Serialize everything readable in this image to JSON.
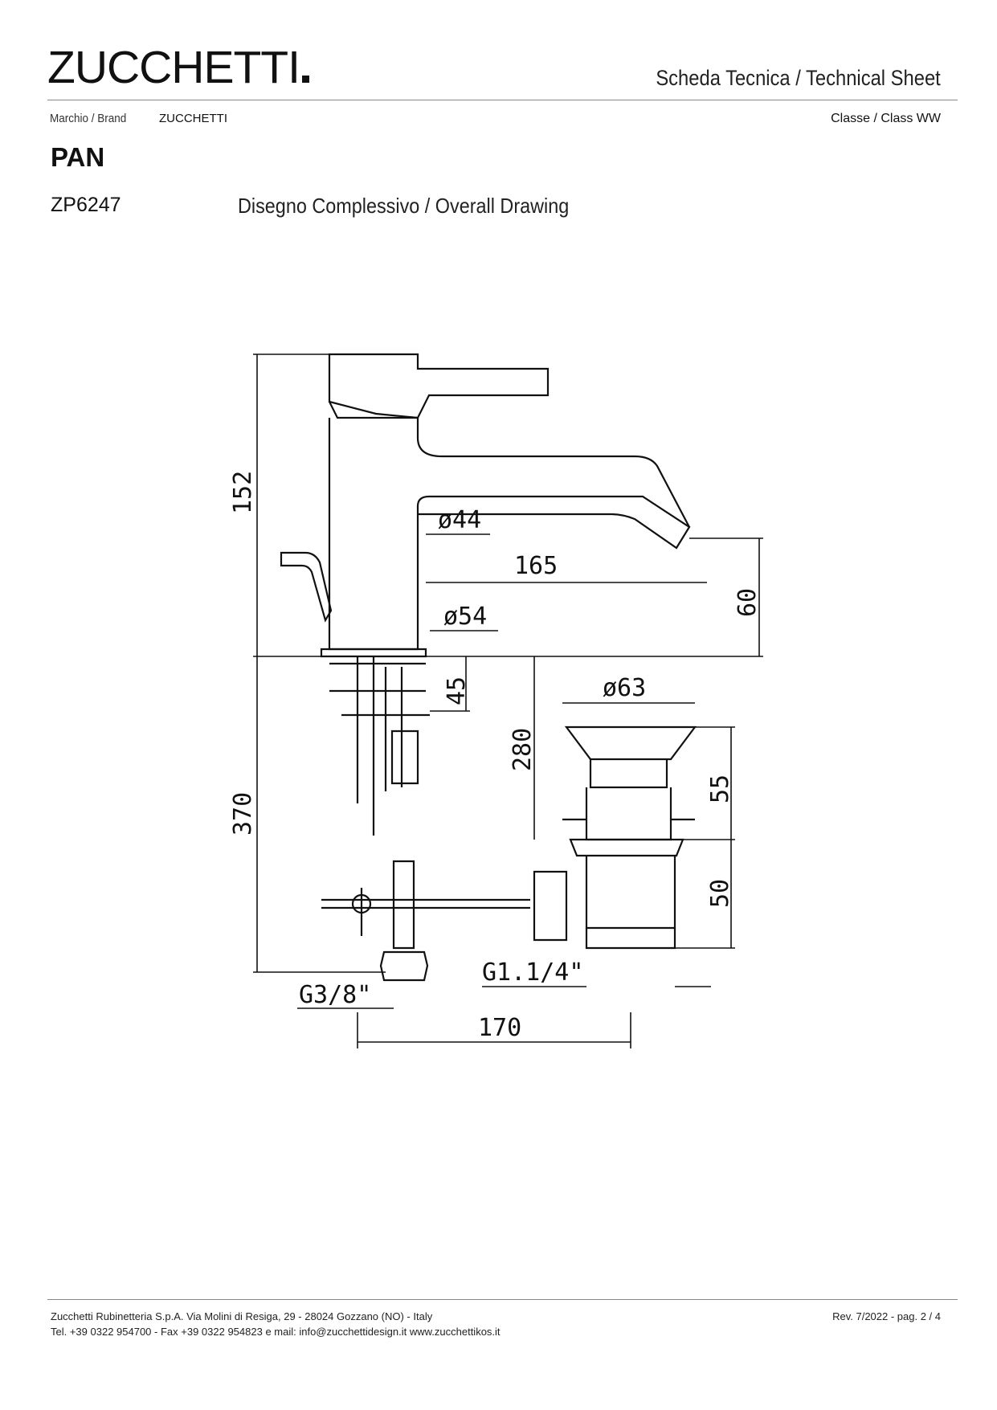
{
  "header": {
    "logo_text": "ZUCCHETTI",
    "sheet_title": "Scheda Tecnica / Technical Sheet",
    "brand_label": "Marchio / Brand",
    "brand_value": "ZUCCHETTI",
    "class_label": "Classe / Class  WW"
  },
  "product": {
    "name": "PAN",
    "code": "ZP6247",
    "drawing_title": "Disegno Complessivo / Overall Drawing"
  },
  "drawing": {
    "dimensions": {
      "total_height": "152",
      "diameter_spout": "ø44",
      "spout_reach": "165",
      "spout_height": "60",
      "diameter_base": "ø54",
      "deck_thickness": "45",
      "waste_diameter": "ø63",
      "waste_length": "280",
      "waste_upper": "55",
      "waste_lower": "50",
      "below_deck": "370",
      "waste_thread": "G1.1/4\"",
      "supply_thread": "G3/8\"",
      "waste_distance": "170"
    }
  },
  "footer": {
    "line1": "Zucchetti Rubinetteria S.p.A. Via Molini di Resiga, 29 - 28024 Gozzano (NO) - Italy",
    "line2": "Tel. +39 0322 954700 - Fax +39 0322 954823 e mail: info@zucchettidesign.it www.zucchettikos.it",
    "page_info": "Rev. 7/2022 - pag. 2 / 4"
  }
}
